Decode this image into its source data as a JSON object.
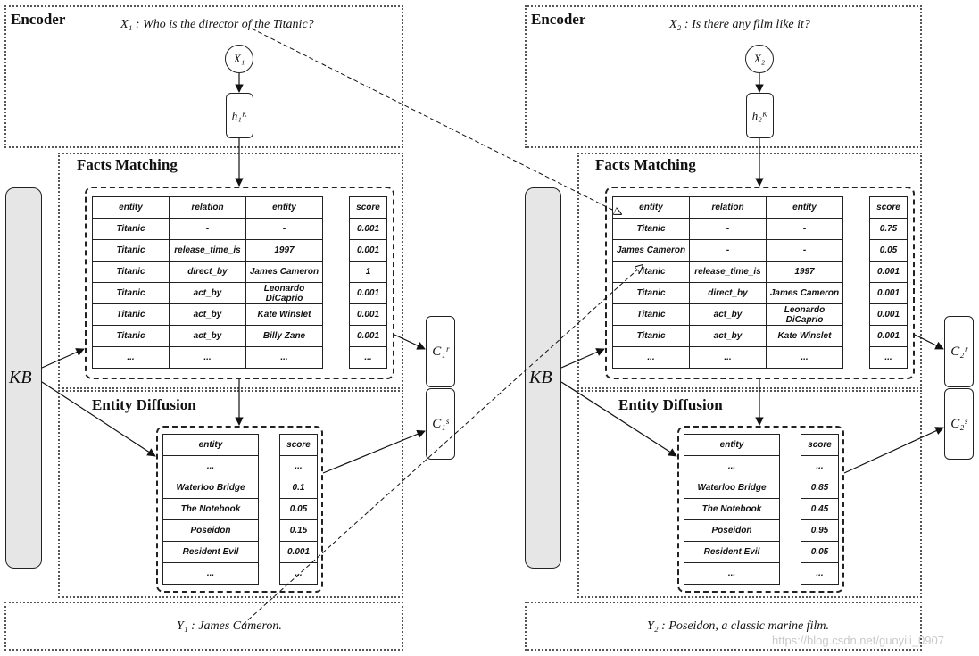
{
  "left": {
    "encoder_title": "Encoder",
    "utterance": "X₁ : Who is the director of the Titanic?",
    "input_node": "X₁",
    "hidden_node": "h₁ᴷ",
    "facts_title": "Facts Matching",
    "facts_header": [
      "entity",
      "relation",
      "entity"
    ],
    "facts_rows": [
      [
        "Titanic",
        "-",
        "-"
      ],
      [
        "Titanic",
        "release_time_is",
        "1997"
      ],
      [
        "Titanic",
        "direct_by",
        "James Cameron"
      ],
      [
        "Titanic",
        "act_by",
        "Leonardo DiCaprio"
      ],
      [
        "Titanic",
        "act_by",
        "Kate Winslet"
      ],
      [
        "Titanic",
        "act_by",
        "Billy Zane"
      ],
      [
        "...",
        "...",
        "..."
      ]
    ],
    "facts_score_header": "score",
    "facts_scores": [
      "0.001",
      "0.001",
      "1",
      "0.001",
      "0.001",
      "0.001",
      "..."
    ],
    "kb_label": "KB",
    "diffusion_title": "Entity Diffusion",
    "diff_header": "entity",
    "diff_rows": [
      "...",
      "Waterloo Bridge",
      "The Notebook",
      "Poseidon",
      "Resident Evil",
      "..."
    ],
    "diff_score_header": "score",
    "diff_scores": [
      "...",
      "0.1",
      "0.05",
      "0.15",
      "0.001",
      "..."
    ],
    "c_r": "C₁ʳ",
    "c_s": "C₁ˢ",
    "response": "Y₁ : James Cameron."
  },
  "right": {
    "encoder_title": "Encoder",
    "utterance": "X₂ : Is there any film like it?",
    "input_node": "X₂",
    "hidden_node": "h₂ᴷ",
    "facts_title": "Facts Matching",
    "facts_header": [
      "entity",
      "relation",
      "entity"
    ],
    "facts_rows": [
      [
        "Titanic",
        "-",
        "-"
      ],
      [
        "James Cameron",
        "-",
        "-"
      ],
      [
        "Titanic",
        "release_time_is",
        "1997"
      ],
      [
        "Titanic",
        "direct_by",
        "James Cameron"
      ],
      [
        "Titanic",
        "act_by",
        "Leonardo DiCaprio"
      ],
      [
        "Titanic",
        "act_by",
        "Kate Winslet"
      ],
      [
        "...",
        "...",
        "..."
      ]
    ],
    "facts_score_header": "score",
    "facts_scores": [
      "0.75",
      "0.05",
      "0.001",
      "0.001",
      "0.001",
      "0.001",
      "..."
    ],
    "kb_label": "KB",
    "diffusion_title": "Entity Diffusion",
    "diff_header": "entity",
    "diff_rows": [
      "...",
      "Waterloo Bridge",
      "The Notebook",
      "Poseidon",
      "Resident Evil",
      "..."
    ],
    "diff_score_header": "score",
    "diff_scores": [
      "...",
      "0.85",
      "0.45",
      "0.95",
      "0.05",
      "..."
    ],
    "c_r": "C₂ʳ",
    "c_s": "C₂ˢ",
    "response": "Y₂ : Poseidon, a classic marine film."
  },
  "watermark": "https://blog.csdn.net/guoyili_0907"
}
